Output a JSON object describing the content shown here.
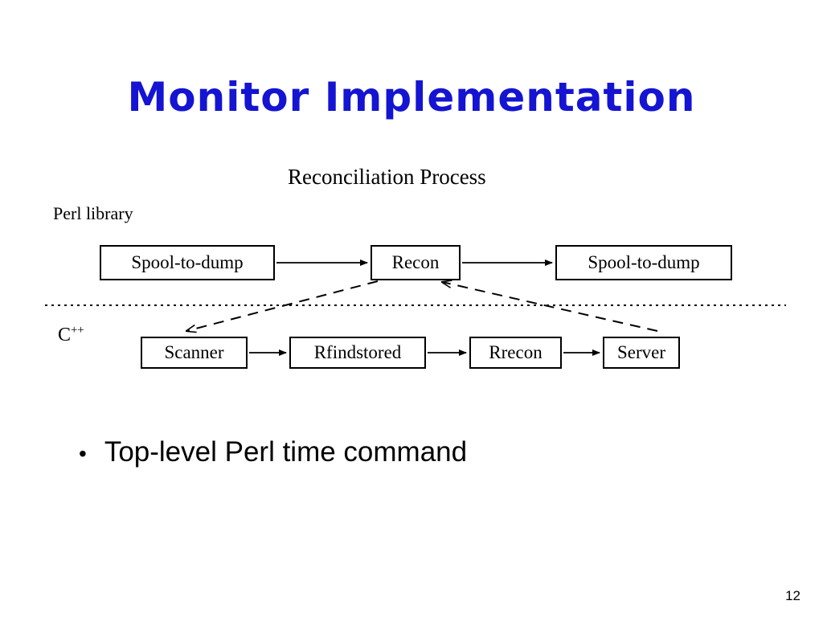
{
  "slide": {
    "title": "Monitor Implementation",
    "title_color": "#1414d2",
    "page_number": "12"
  },
  "diagram": {
    "caption": "Reconciliation Process",
    "layer_labels": {
      "top": "Perl library",
      "bottom_base": "C",
      "bottom_sup": "++"
    },
    "nodes": [
      {
        "id": "spool-to-dump-left",
        "label": "Spool-to-dump",
        "row": "perl"
      },
      {
        "id": "recon",
        "label": "Recon",
        "row": "perl"
      },
      {
        "id": "spool-to-dump-right",
        "label": "Spool-to-dump",
        "row": "perl"
      },
      {
        "id": "scanner",
        "label": "Scanner",
        "row": "cpp"
      },
      {
        "id": "rfindstored",
        "label": "Rfindstored",
        "row": "cpp"
      },
      {
        "id": "rrecon",
        "label": "Rrecon",
        "row": "cpp"
      },
      {
        "id": "server",
        "label": "Server",
        "row": "cpp"
      }
    ],
    "edges": [
      {
        "from": "spool-to-dump-left",
        "to": "recon",
        "style": "solid"
      },
      {
        "from": "recon",
        "to": "spool-to-dump-right",
        "style": "solid"
      },
      {
        "from": "scanner",
        "to": "rfindstored",
        "style": "solid"
      },
      {
        "from": "rfindstored",
        "to": "rrecon",
        "style": "solid"
      },
      {
        "from": "rrecon",
        "to": "server",
        "style": "solid"
      },
      {
        "from": "recon",
        "to": "scanner",
        "style": "dashed"
      },
      {
        "from": "server",
        "to": "recon",
        "style": "dashed"
      }
    ],
    "divider": "dotted-horizontal-separator"
  },
  "body": {
    "bullet_marker": "•",
    "bullets": [
      "Top-level Perl time command"
    ]
  }
}
